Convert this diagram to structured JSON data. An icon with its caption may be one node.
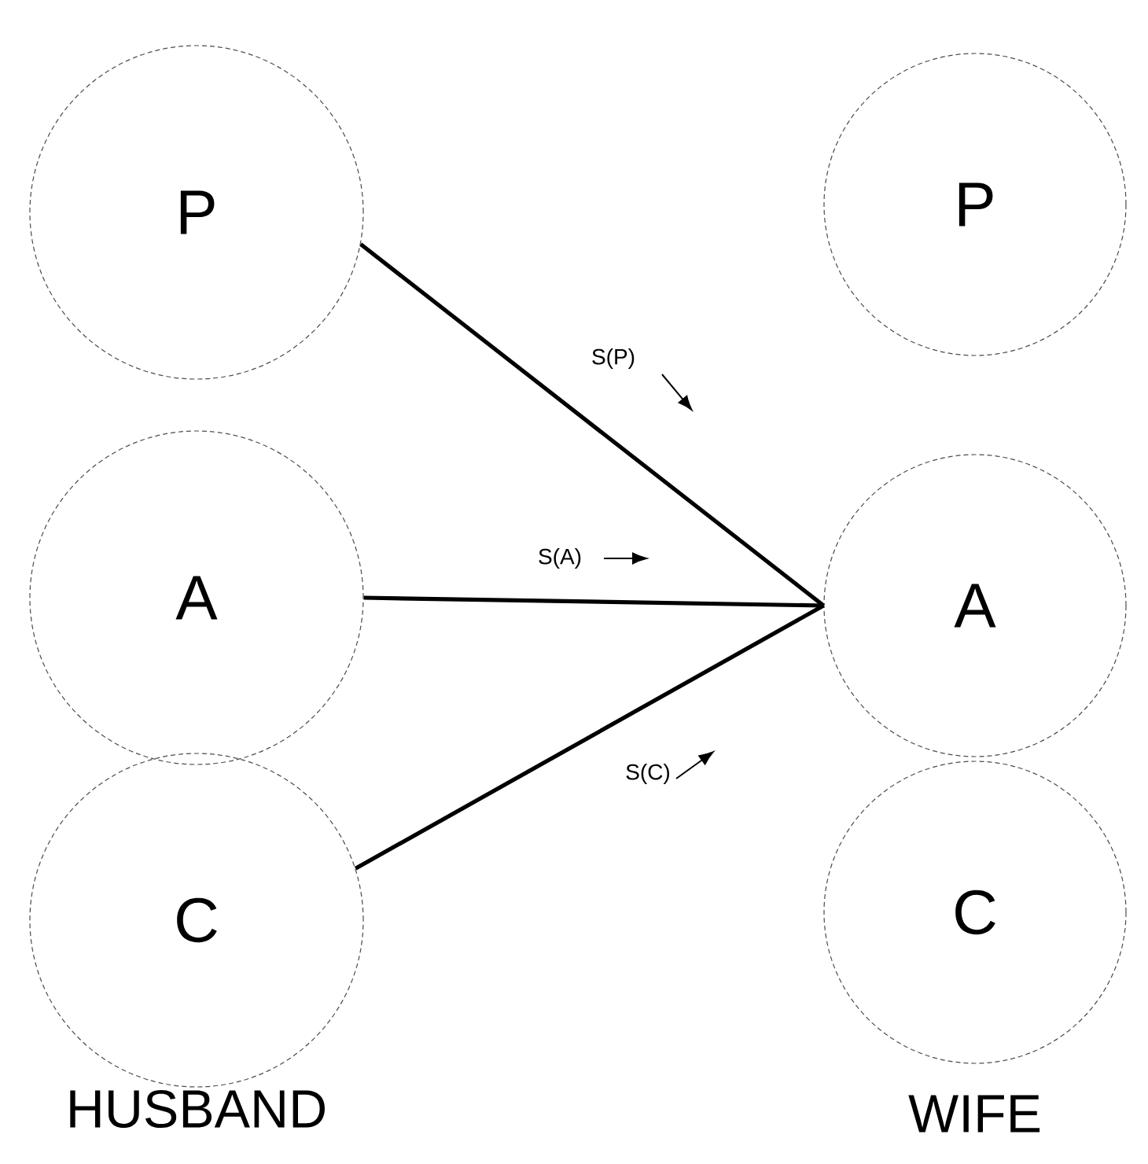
{
  "diagram": {
    "nodes": [
      {
        "text": [
          "P"
        ]
      },
      {
        "text": [
          "A"
        ]
      },
      {
        "text": [
          "C"
        ]
      },
      {
        "text": [
          "P"
        ]
      },
      {
        "text": [
          "A"
        ]
      },
      {
        "text": [
          "C"
        ]
      }
    ],
    "edges": [
      {
        "from": 0,
        "to": 4,
        "arrow": "none",
        "label": "S(P)"
      },
      {
        "from": 1,
        "to": 4,
        "arrow": "none",
        "label": "S(A)"
      },
      {
        "from": 2,
        "to": 4,
        "arrow": "none",
        "label": "S(C)"
      }
    ],
    "labels": [
      "HUSBAND",
      "WIFE"
    ]
  }
}
